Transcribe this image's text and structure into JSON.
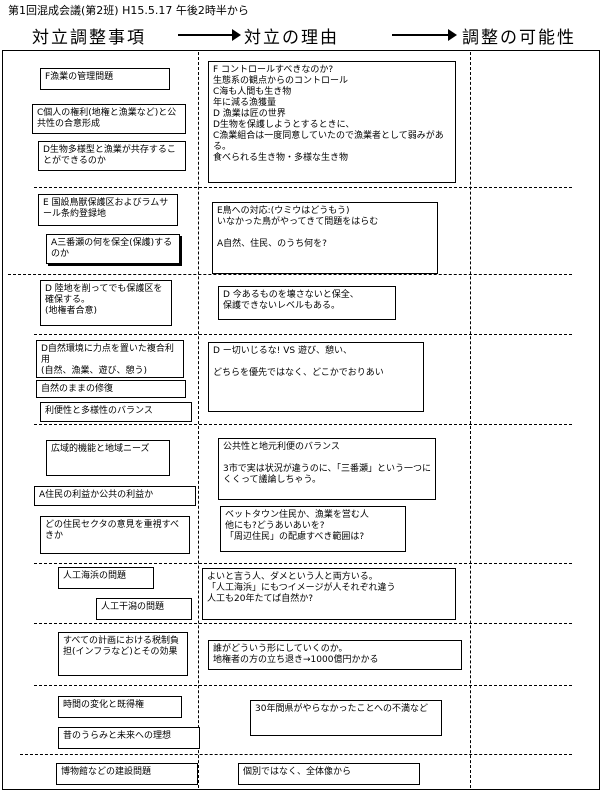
{
  "header": {
    "title": "第1回混成会議(第2班)  H15.5.17  午後2時半から",
    "col1": "対立調整事項",
    "col2": "対立の理由",
    "col3": "調整の可能性"
  },
  "sections": {
    "s1": {
      "left": [
        "F漁業の管理問題",
        "C個人の権利(地権と漁業など)と公共性の合意形成",
        "D生物多様型と漁業が共存することができるのか"
      ],
      "reason": "F  コントロールすべきなのか?\n生態系の観点からのコントロール\nC海も人間も生き物\n  年に減る漁獲量\nD  漁業は匠の世界\nD生物を保護しようとするときに、\nC漁業組合は一度同意していたので漁業者として弱みがある。\n食べられる生き物・多様な生き物"
    },
    "s2": {
      "left": [
        "E  国設鳥獣保護区およびラムサール条約登録地",
        "A三番瀬の何を保全(保護)するのか"
      ],
      "reason": "E鳥への対応:(ウミウはどうもう)\nいなかった鳥がやってきて問題をはらむ\n\nA自然、住民、のうち何を?"
    },
    "s3": {
      "left": [
        "D  陸地を削ってでも保護区を確保する。\n(地権者合意)"
      ],
      "reason": "D  今あるものを壊さないと保全、\n保護できないレベルもある。"
    },
    "s4": {
      "left": [
        "D自然環境に力点を置いた複合利用\n(自然、漁業、遊び、憩う)",
        "自然のままの修復",
        "利便性と多様性のバランス"
      ],
      "reason": "D  ー切いじるな! VS  遊び、憩い、\n\nどちらを優先ではなく、どこかでおりあい"
    },
    "s5": {
      "left": [
        "広域的機能と地域ニーズ",
        "A住民の利益か公共の利益か",
        "どの住民セクタの意見を重視すべきか"
      ],
      "reasons": [
        "公共性と地元利便のバランス\n\n3市で実は状況が違うのに、「三番瀬」という一つにくくって議論しちゃう。",
        "ベットタウン住民か、漁業を営む人\n他にも?どうあいあいを?\n「周辺住民」の配慮すべき範囲は?"
      ]
    },
    "s6": {
      "left": [
        "人工海浜の問題",
        "人工干潟の問題"
      ],
      "reason": "よいと言う人、ダメという人と両方いる。\n「人工海浜」にもつイメージが人それぞれ違う\n人工も20年たてば自然か?"
    },
    "s7": {
      "left": [
        "すべての計画における税制負担(インフラなど)とその効果"
      ],
      "reason": "誰がどういう形にしていくのか。\n地権者の方の立ち退き→1000億円かかる"
    },
    "s8": {
      "left": [
        "時間の変化と既得権",
        "昔のうらみと未来への理想"
      ],
      "reason": "30年間県がやらなかったことへの不満など"
    },
    "s9": {
      "left": [
        "博物館などの建設問題"
      ],
      "reason": "個別ではなく、全体像から"
    }
  }
}
